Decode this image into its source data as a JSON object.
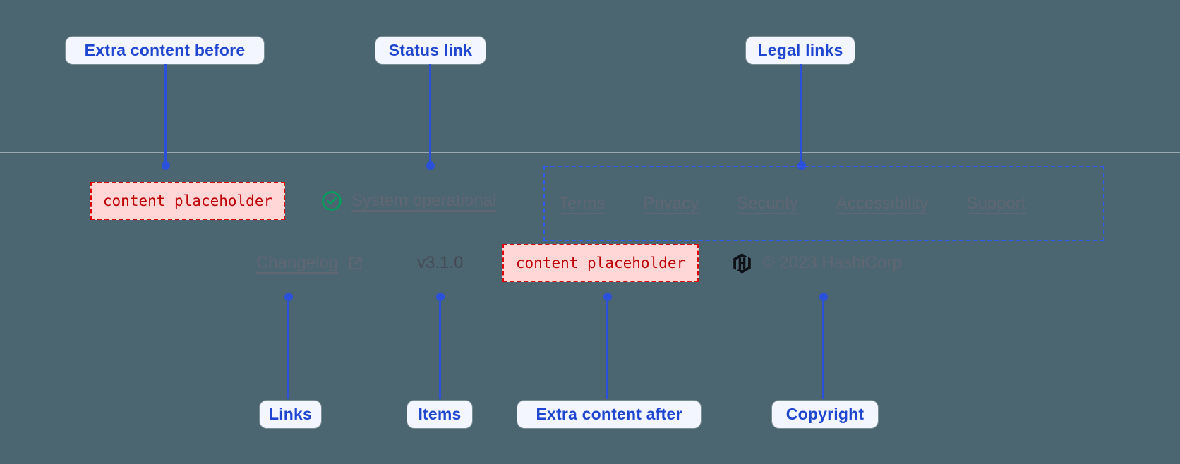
{
  "annotations": {
    "top": [
      {
        "label": "Extra content before"
      },
      {
        "label": "Status link"
      },
      {
        "label": "Legal links"
      }
    ],
    "bottom": [
      {
        "label": "Links"
      },
      {
        "label": "Items"
      },
      {
        "label": "Extra content after"
      },
      {
        "label": "Copyright"
      }
    ]
  },
  "footer": {
    "extra_content_before": "content placeholder",
    "status": {
      "label": "System operational"
    },
    "legal_links": [
      "Terms",
      "Privacy",
      "Security",
      "Accessibility",
      "Support"
    ],
    "links": [
      {
        "label": "Changelog"
      }
    ],
    "version": "v3.1.0",
    "extra_content_after": "content placeholder",
    "copyright": "© 2023 HashiCorp"
  },
  "colors": {
    "background": "#4b6671",
    "annotation_blue": "#2b50da",
    "annotation_pill_bg": "#f3f6fe",
    "annotation_text_blue": "#1f46d1",
    "legal_border_blue": "#2f5bf6",
    "placeholder_text_red": "#c00005",
    "placeholder_bg_pink": "#ffd7d6",
    "placeholder_border_red": "#e00005",
    "muted_text_gray": "#616673",
    "version_text_gray": "#454a54",
    "success_green": "#00a05c",
    "logo_black": "#0e1116"
  }
}
